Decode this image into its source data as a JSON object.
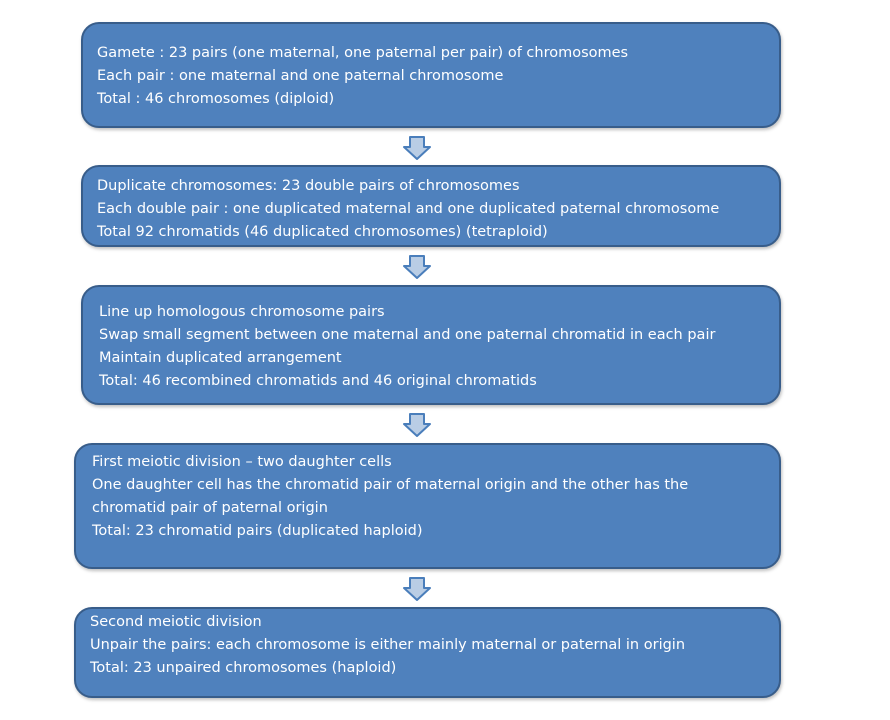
{
  "flow": {
    "steps": [
      {
        "lines": [
          "Gamete : 23 pairs (one maternal, one paternal per pair) of chromosomes",
          "Each pair : one maternal and one paternal chromosome",
          "Total : 46 chromosomes (diploid)"
        ]
      },
      {
        "lines": [
          "Duplicate chromosomes: 23 double pairs of chromosomes",
          "Each double pair : one duplicated maternal and one duplicated paternal chromosome",
          "Total 92 chromatids (46 duplicated chromosomes) (tetraploid)"
        ]
      },
      {
        "lines": [
          "Line up homologous chromosome pairs",
          "Swap small segment between one maternal and one paternal chromatid in each pair",
          "Maintain duplicated arrangement",
          "Total: 46 recombined chromatids and 46 original chromatids"
        ]
      },
      {
        "lines": [
          "First meiotic division – two daughter cells",
          "One daughter cell has the chromatid pair of maternal origin and the other has the chromatid pair of paternal origin",
          "Total: 23 chromatid pairs (duplicated haploid)"
        ]
      },
      {
        "lines": [
          "Second meiotic division",
          "Unpair the pairs: each chromosome is either mainly maternal or paternal in origin",
          "Total: 23 unpaired chromosomes (haploid)"
        ]
      }
    ],
    "colors": {
      "box_fill": "#4f81bd",
      "box_border": "#385d8a",
      "arrow_fill": "#b9cde5",
      "arrow_stroke": "#4a7ebb",
      "text": "#ffffff"
    }
  }
}
